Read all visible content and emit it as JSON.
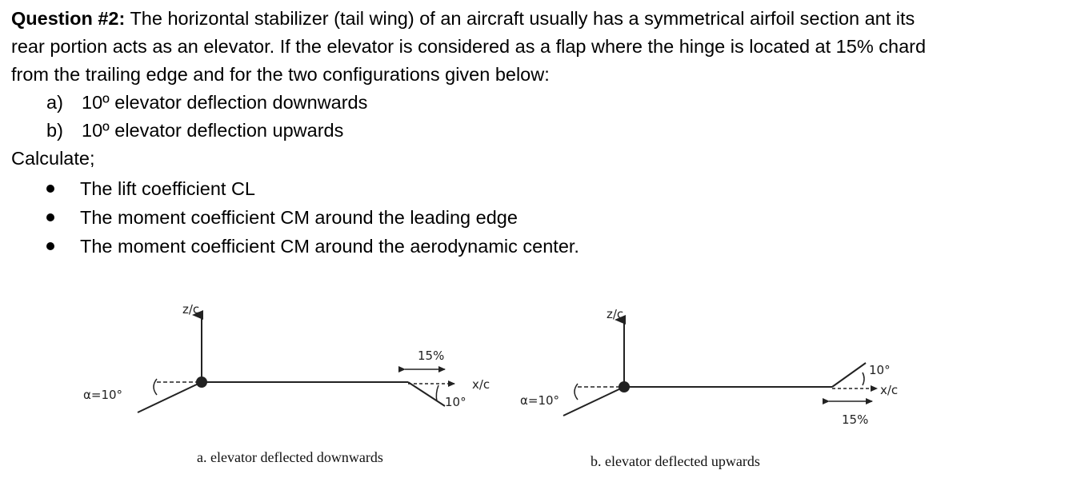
{
  "question": {
    "label": "Question #2:",
    "line1": " The horizontal stabilizer (tail wing) of an aircraft usually has a symmetrical airfoil section ant its",
    "line2": "rear portion acts as an elevator. If the elevator is considered as a flap where the hinge is located at 15% chard",
    "line3": "from the trailing edge and for the two configurations given below:"
  },
  "configs": [
    {
      "marker": "a)",
      "text": "10º elevator deflection downwards"
    },
    {
      "marker": "b)",
      "text": "10º elevator deflection upwards"
    }
  ],
  "calculate_label": "Calculate;",
  "tasks": [
    "The lift coefficient CL",
    "The moment coefficient CM around the leading edge",
    "The moment coefficient CM around the aerodynamic center."
  ],
  "figure_a": {
    "z_label": "z/c",
    "alpha_label": "α=10°",
    "percent_label": "15%",
    "angle_label": "10°",
    "x_label": "x/c",
    "caption": "a. elevator deflected downwards"
  },
  "figure_b": {
    "z_label": "z/c",
    "alpha_label": "α=10°",
    "percent_label": "15%",
    "angle_label": "10°",
    "x_label": "x/c",
    "caption": "b. elevator deflected upwards"
  }
}
